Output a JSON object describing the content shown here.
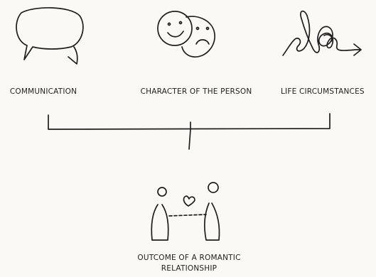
{
  "nodes": {
    "communication": {
      "label": "COMMUNICATION",
      "icon": "speech-bubbles-icon"
    },
    "character": {
      "label": "CHARACTER OF THE PERSON",
      "icon": "faces-icon"
    },
    "life": {
      "label": "LIFE CIRCUMSTANCES",
      "icon": "scribble-arrow-icon"
    },
    "outcome": {
      "label": "OUTCOME OF A ROMANTIC RELATIONSHIP",
      "icon": "couple-heart-icon"
    }
  },
  "colors": {
    "background": "#fbf9f6",
    "ink": "#1e1e1e"
  }
}
